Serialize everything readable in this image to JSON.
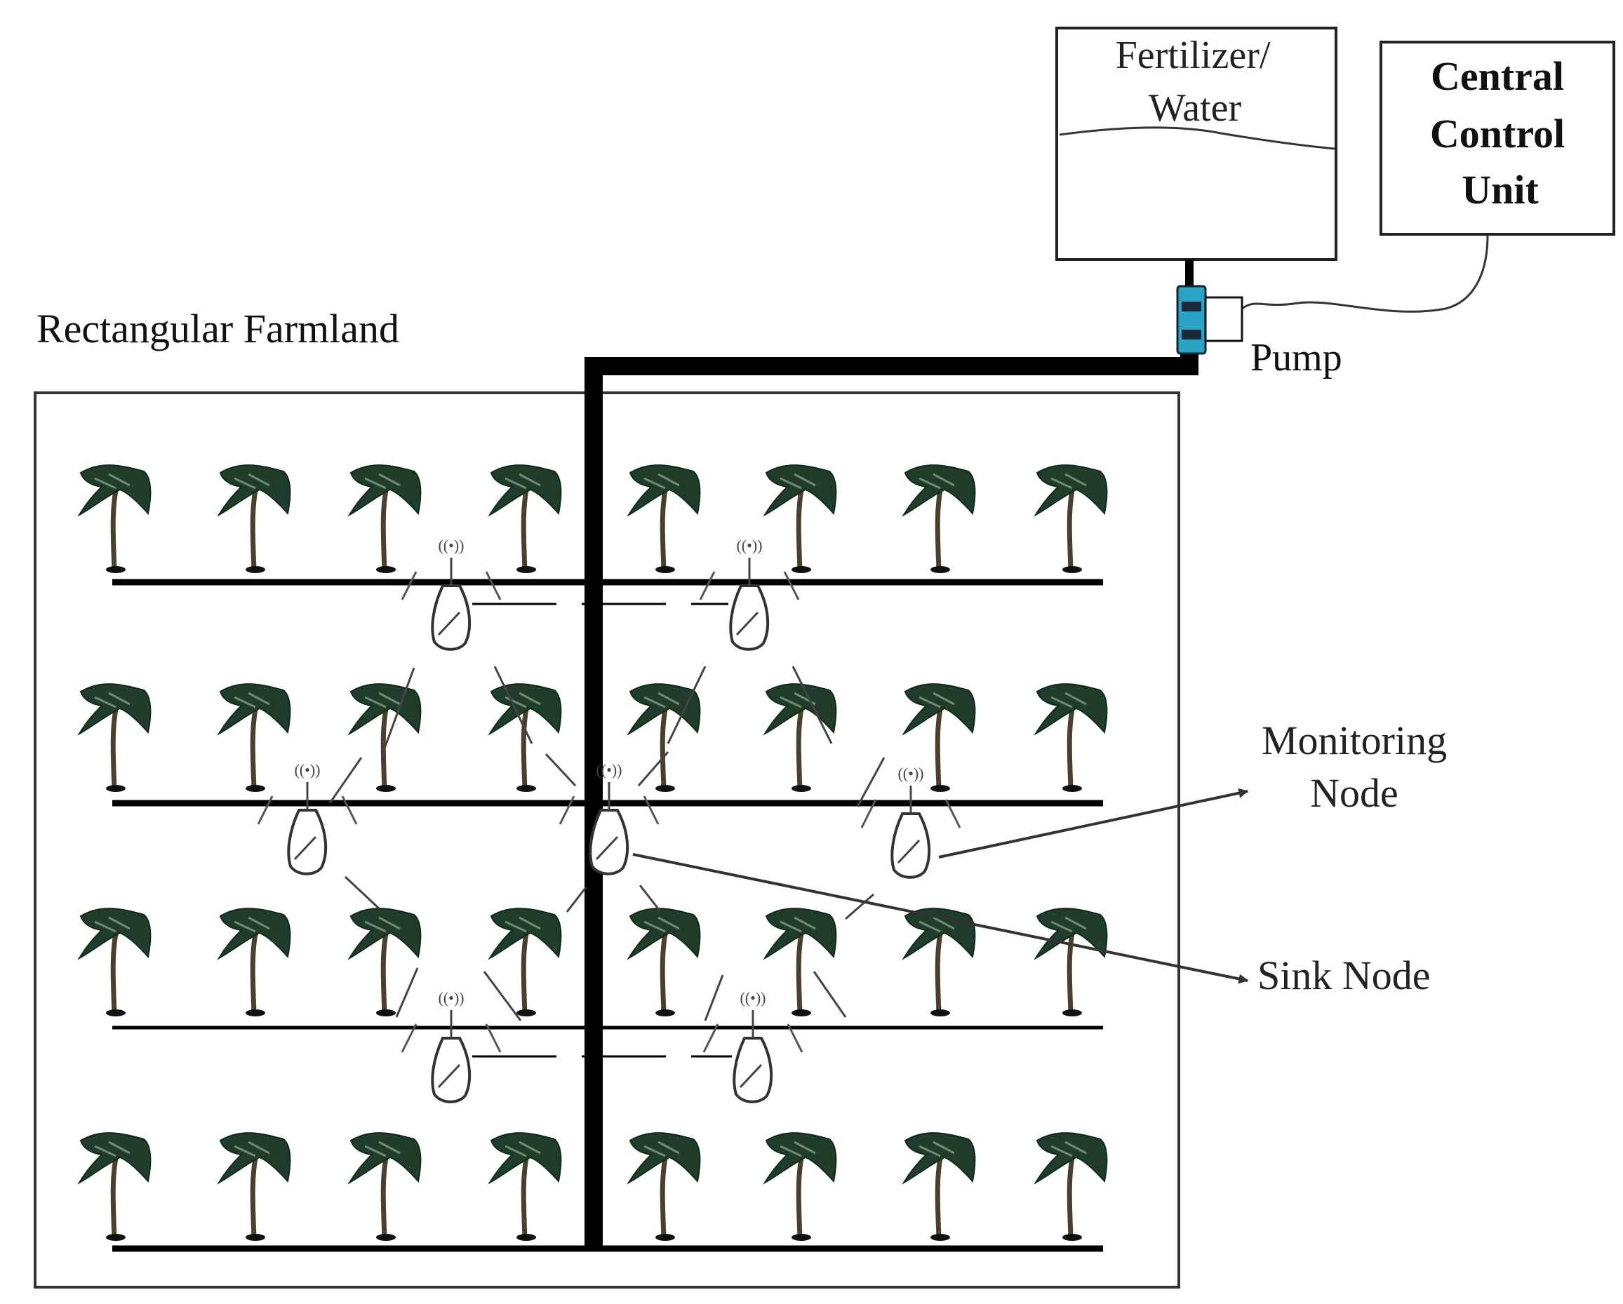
{
  "labels": {
    "farmland": "Rectangular Farmland",
    "tank_line1": "Fertilizer/",
    "tank_line2": "Water",
    "ccu_line1": "Central",
    "ccu_line2": "Control",
    "ccu_line3": "Unit",
    "pump": "Pump",
    "monitoring_line1": "Monitoring",
    "monitoring_line2": "Node",
    "sink": "Sink Node",
    "wireless_glyph": "((•))"
  },
  "colors": {
    "line": "#000000",
    "pump_body": "#2aa3c4",
    "pump_core": "#1b2a3a",
    "foliage": "#1f3d2a",
    "trunk": "#4a4030",
    "arrow": "#333333",
    "dash": "#000000"
  },
  "icons": {
    "tree": "palm-tree-icon",
    "node": "sensor-node-icon",
    "antenna": "wireless-signal-icon",
    "pump": "pump-icon"
  },
  "layout_info": {
    "tree_rows": 4,
    "trees_per_row": 8,
    "monitoring_nodes": 6,
    "sink_nodes": 1
  }
}
